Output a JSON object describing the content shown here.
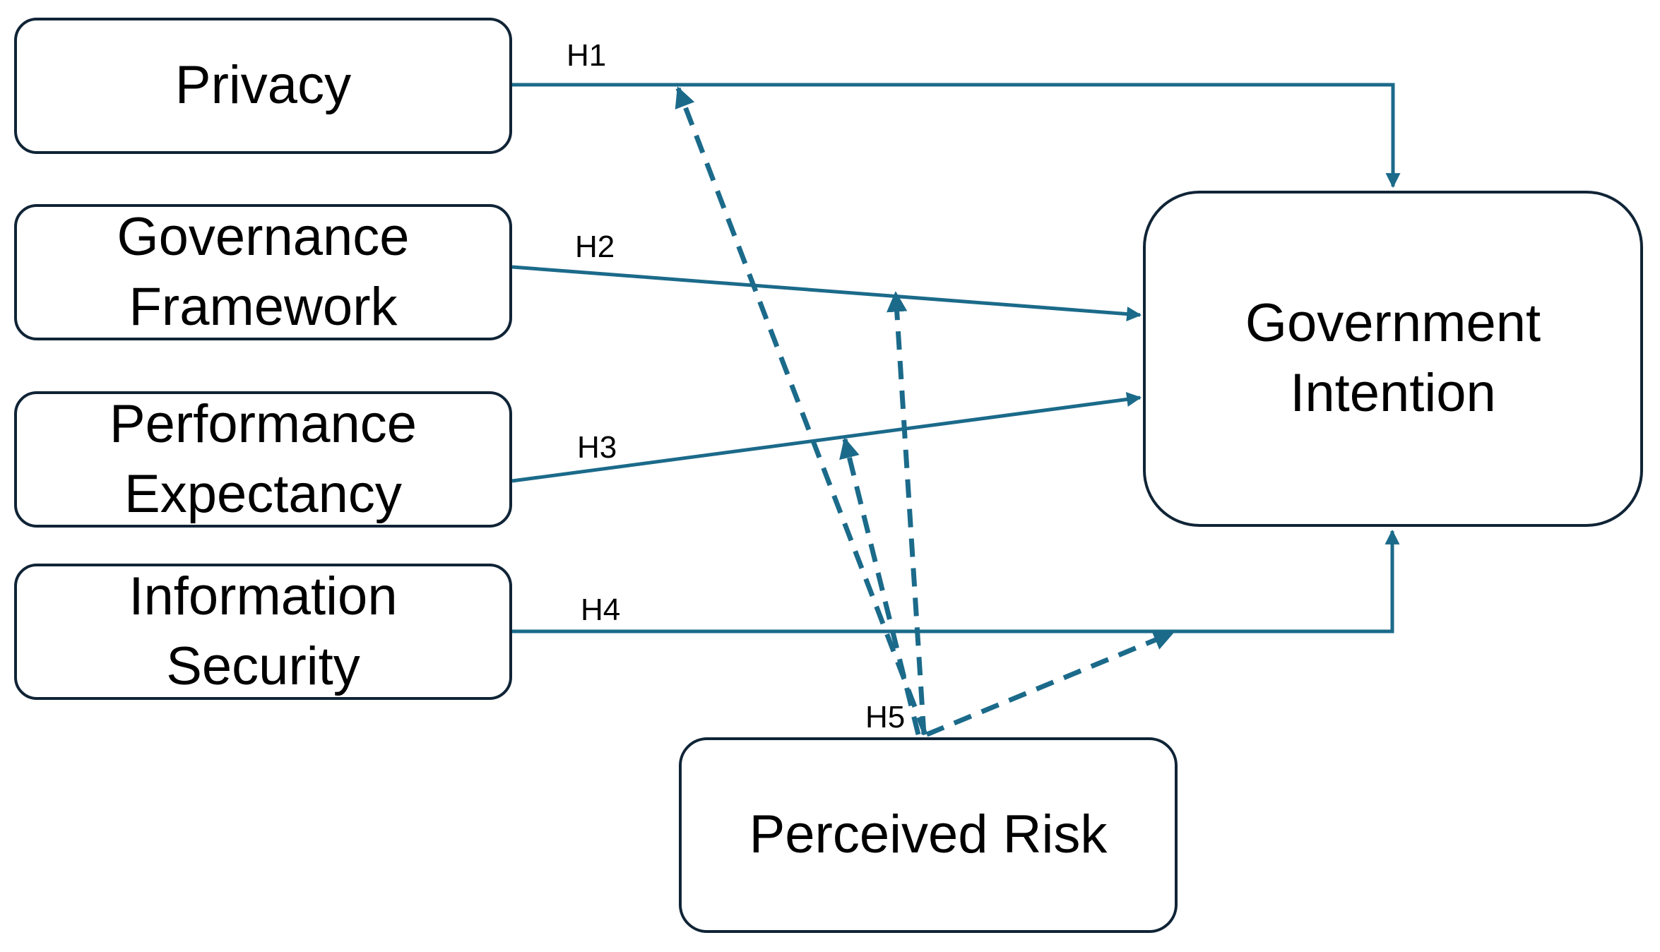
{
  "nodes": {
    "privacy": {
      "lines": [
        "Privacy"
      ]
    },
    "governance": {
      "lines": [
        "Governance",
        "Framework"
      ]
    },
    "performance": {
      "lines": [
        "Performance",
        "Expectancy"
      ]
    },
    "infosec": {
      "lines": [
        "Information",
        "Security"
      ]
    },
    "intention": {
      "lines": [
        "Government",
        "Intention"
      ]
    },
    "risk": {
      "lines": [
        "Perceived Risk"
      ]
    }
  },
  "hypotheses": {
    "h1": "H1",
    "h2": "H2",
    "h3": "H3",
    "h4": "H4",
    "h5": "H5"
  },
  "colors": {
    "arrow": "#1B6A8A",
    "box_border": "#102436"
  }
}
